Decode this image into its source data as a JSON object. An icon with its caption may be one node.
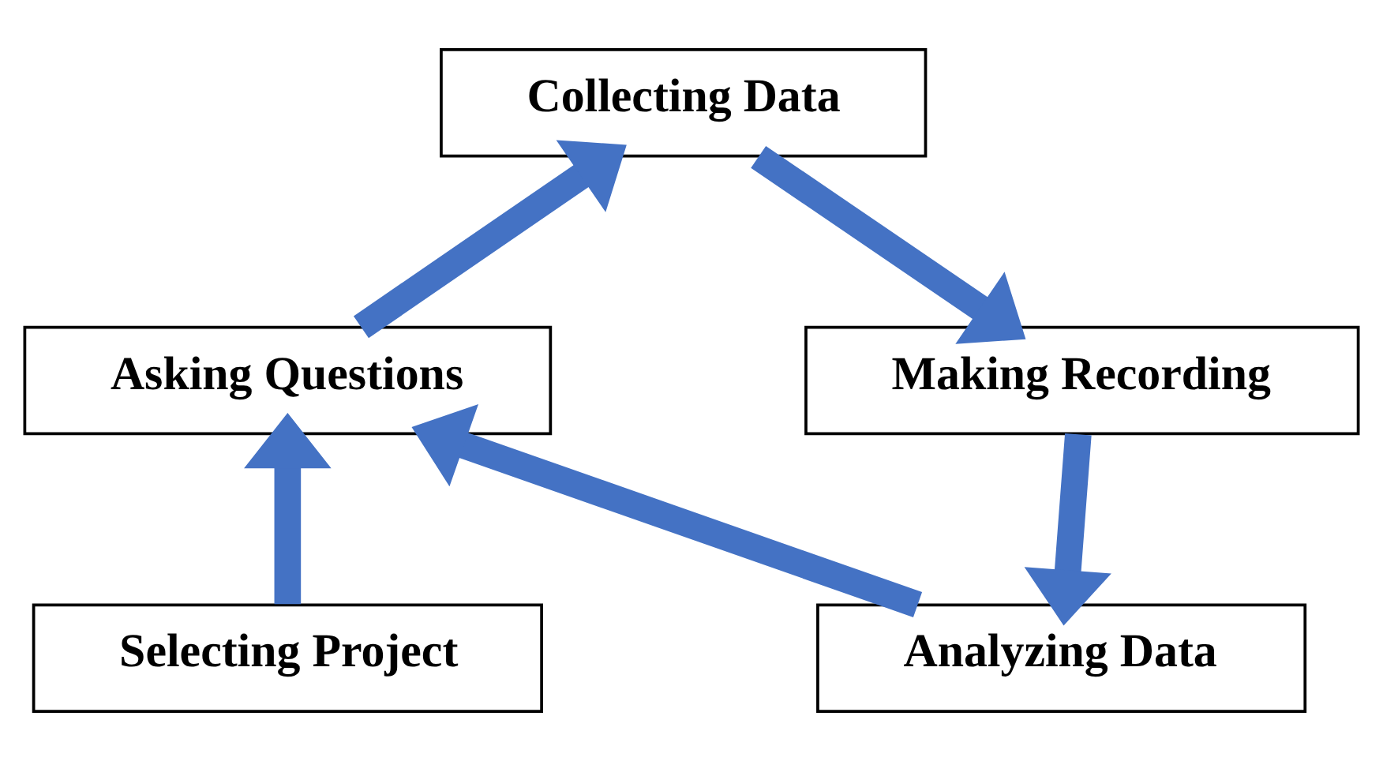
{
  "diagram": {
    "nodes": [
      {
        "text": [
          "Selecting Project"
        ]
      },
      {
        "text": [
          "Asking Questions"
        ]
      },
      {
        "text": [
          "Collecting Data"
        ]
      },
      {
        "text": [
          "Making Recording"
        ]
      },
      {
        "text": [
          "Analyzing Data"
        ]
      }
    ],
    "edges": [
      {
        "from": 0,
        "to": 1,
        "arrow": "to"
      },
      {
        "from": 1,
        "to": 2,
        "arrow": "to"
      },
      {
        "from": 2,
        "to": 3,
        "arrow": "to"
      },
      {
        "from": 3,
        "to": 4,
        "arrow": "to"
      },
      {
        "from": 4,
        "to": 1,
        "arrow": "to"
      }
    ]
  }
}
